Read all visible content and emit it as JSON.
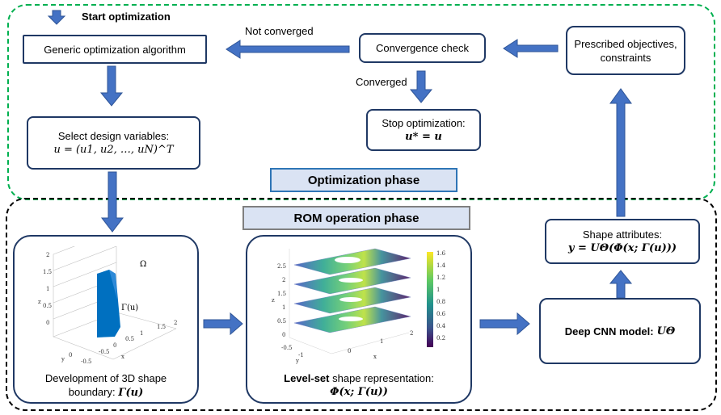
{
  "start": "Start optimization",
  "generic_algo": "Generic optimization algorithm",
  "not_converged": "Not converged",
  "convergence_check": "Convergence check",
  "converged": "Converged",
  "prescribed": {
    "line1": "Prescribed objectives,",
    "line2": "constraints"
  },
  "stop": {
    "line1": "Stop optimization:",
    "formula": "u* = u"
  },
  "select": {
    "line1": "Select design variables:",
    "formula": "u = (u1, u2, …, uN)^T"
  },
  "phases": {
    "optimization": "Optimization phase",
    "rom": "ROM operation phase"
  },
  "shape_attr": {
    "line1": "Shape attributes:",
    "formula": "y = UΘ(Φ(x; Γ(u)))"
  },
  "cnn": {
    "text": "Deep CNN model:",
    "symbol": "UΘ"
  },
  "panel1": {
    "caption1": "Development of 3D shape",
    "caption2": "boundary:",
    "caption_sym": "Γ(u)",
    "omega": "Ω",
    "gamma": "Γ(u)",
    "z_ticks": [
      "2",
      "1.5",
      "1",
      "0.5",
      "0"
    ],
    "x_ticks": [
      "-0.5",
      "0",
      "0.5",
      "1",
      "1.5",
      "2"
    ],
    "y_ticks": [
      "0",
      "-0.5"
    ],
    "axis_x": "x",
    "axis_y": "y",
    "axis_z": "z"
  },
  "panel2": {
    "caption_bold": "Level-set",
    "caption_rest": " shape representation:",
    "caption_sym": "Φ(x; Γ(u))",
    "z_ticks": [
      "2.5",
      "2",
      "1.5",
      "1",
      "0.5",
      "0"
    ],
    "x_ticks": [
      "-0.5",
      "-1",
      "0",
      "1",
      "2"
    ],
    "axis_x": "x",
    "axis_y": "y",
    "axis_z": "z",
    "colorbar": [
      "1.6",
      "1.4",
      "1.2",
      "1",
      "0.8",
      "0.6",
      "0.4",
      "0.2"
    ]
  },
  "colors": {
    "arrow": "#4472c4",
    "box_border": "#1f3864",
    "opt_border": "#00b050",
    "rom_border": "#000000",
    "phase_fill": "#dae3f3",
    "shape": "#0070c0"
  }
}
